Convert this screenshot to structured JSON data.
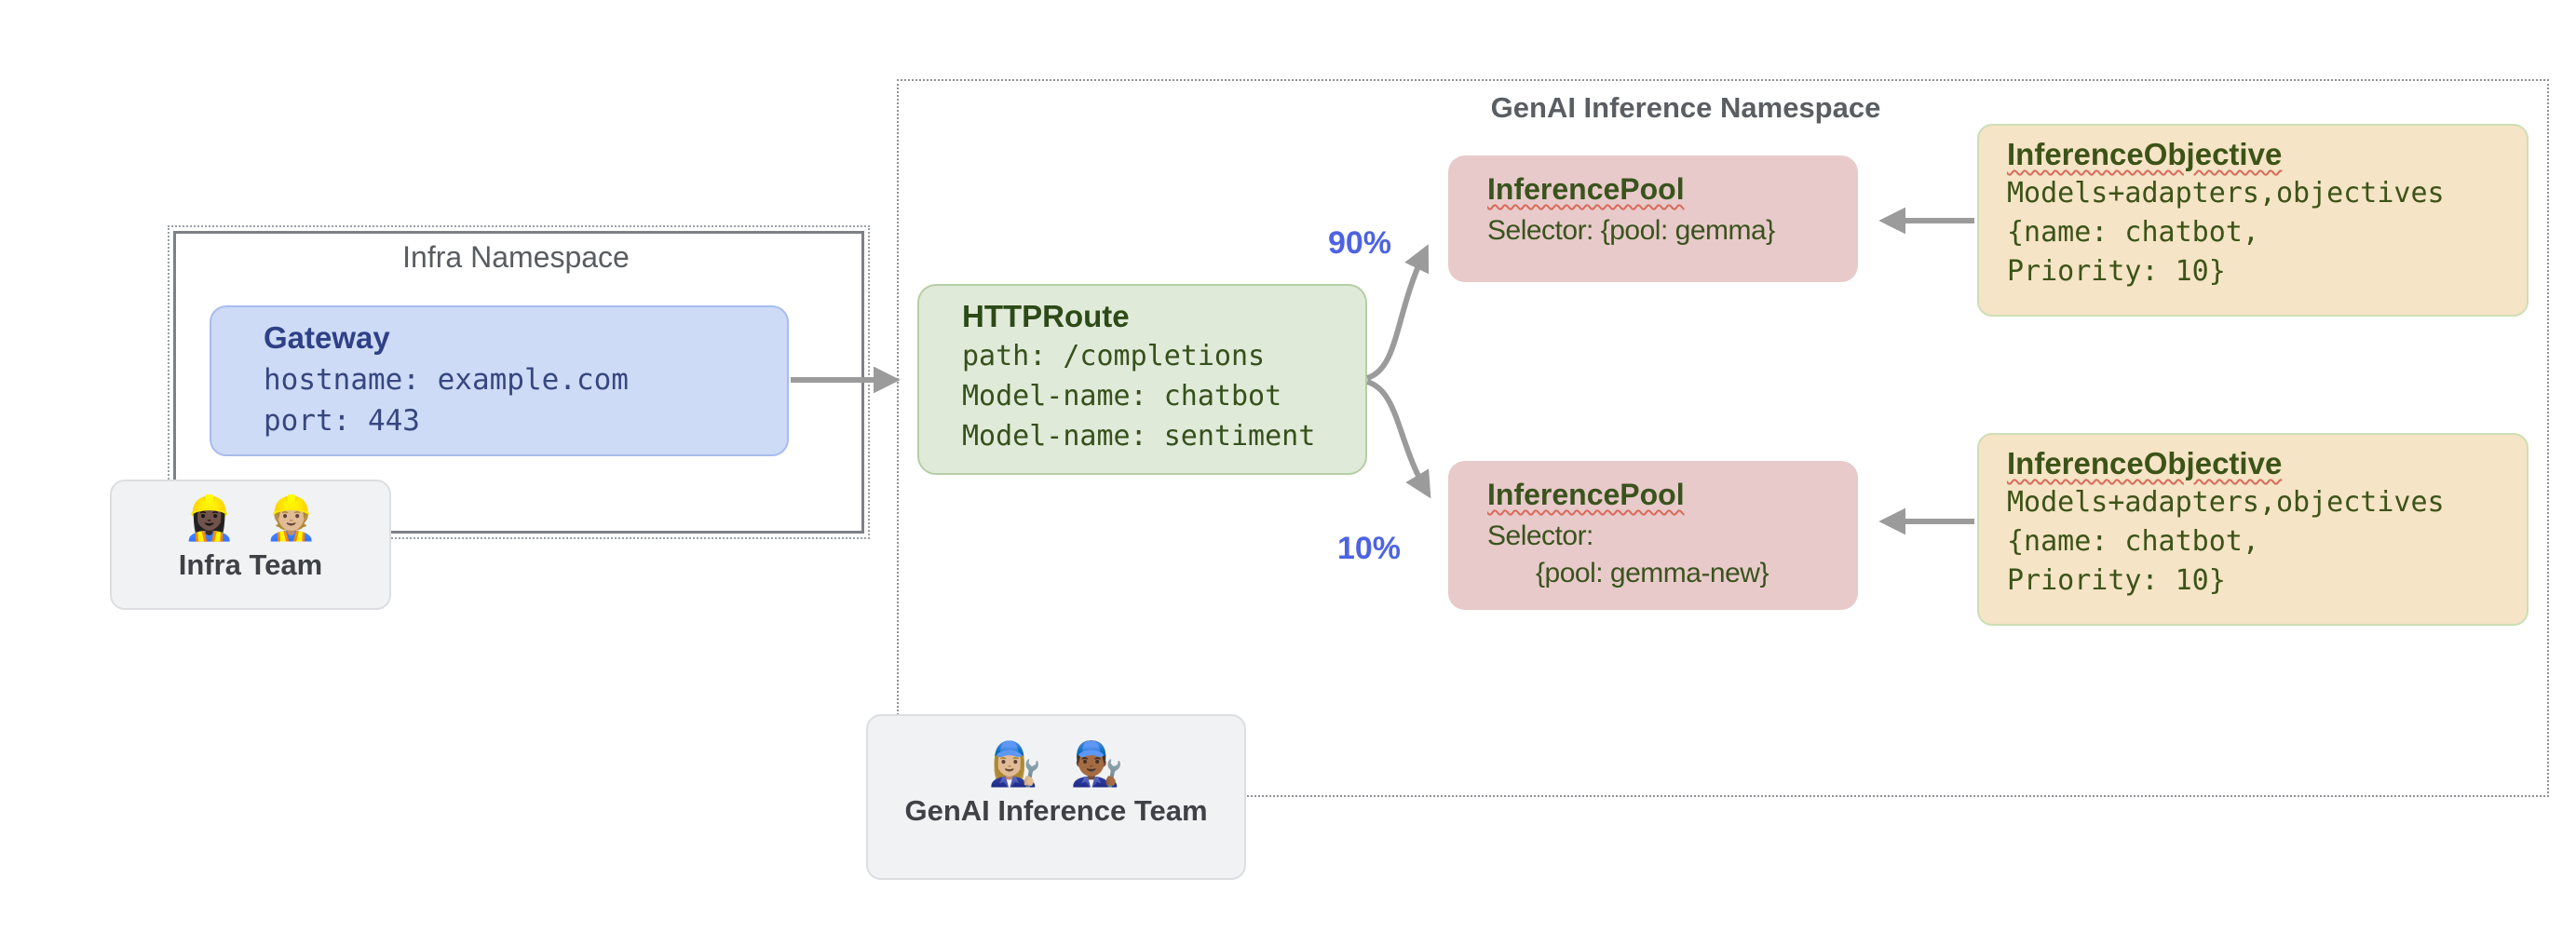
{
  "infra_namespace": {
    "title": "Infra Namespace",
    "gateway": {
      "title": "Gateway",
      "lines": [
        "hostname: example.com",
        "port: 443"
      ]
    }
  },
  "infra_team": {
    "emojis": "👷🏿‍♀️ 👷🏼",
    "label": "Infra Team"
  },
  "genai_namespace": {
    "title": "GenAI Inference Namespace",
    "httproute": {
      "title": "HTTPRoute",
      "lines": [
        "path: /completions",
        "Model-name: chatbot",
        "Model-name: sentiment"
      ]
    },
    "weight_top": "90%",
    "weight_bottom": "10%",
    "pool_top": {
      "title": "InferencePool",
      "lines": [
        "Selector: {pool: gemma}"
      ]
    },
    "pool_bottom": {
      "title": "InferencePool",
      "lines": [
        "Selector:",
        "{pool: gemma-new}"
      ]
    },
    "objective_top": {
      "title": "InferenceObjective",
      "lines": [
        "Models+adapters,objectives",
        "{name: chatbot,",
        "Priority: 10}"
      ]
    },
    "objective_bottom": {
      "title": "InferenceObjective",
      "lines": [
        "Models+adapters,objectives",
        "{name: chatbot,",
        "Priority: 10}"
      ]
    }
  },
  "genai_team": {
    "emojis": "👩🏼‍🔧 👨🏾‍🔧",
    "label": "GenAI Inference Team"
  },
  "colors": {
    "gateway_fill": "#cedbf7",
    "httproute_fill": "#e0ead8",
    "pool_fill": "#e8caca",
    "objective_fill": "#f5e4c5",
    "team_fill": "#f1f2f4",
    "arrow_gray": "#9b9b9b",
    "weight_blue": "#4e63e2",
    "wavy_underline_red": "#d96a5a",
    "title_green": "#3a531d",
    "title_blue": "#2e4086"
  }
}
